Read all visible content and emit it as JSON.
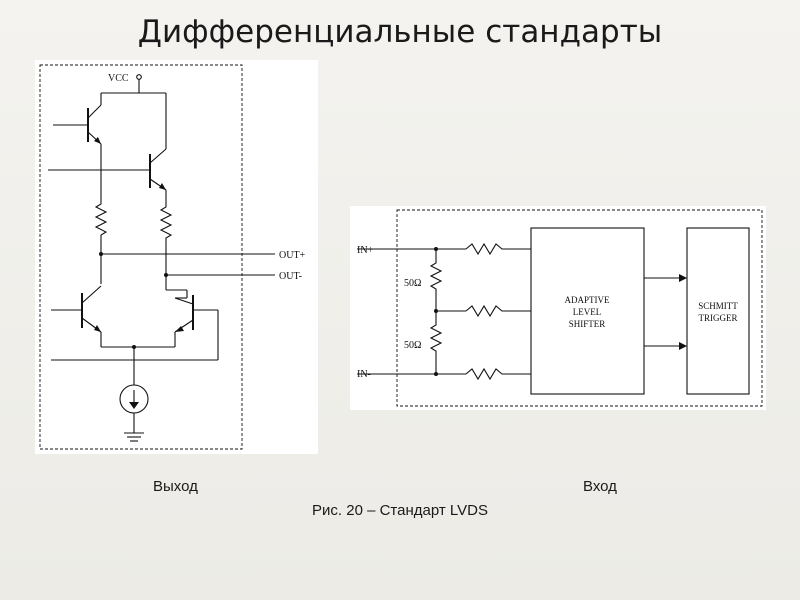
{
  "slide": {
    "title": "Дифференциальные стандарты",
    "caption_output": "Выход",
    "caption_input": "Вход",
    "figure_caption": "Рис. 20 – Стандарт LVDS"
  },
  "driver": {
    "vcc": "VCC",
    "out_plus": "OUT+",
    "out_minus": "OUT-"
  },
  "receiver": {
    "in_plus": "IN+",
    "in_minus": "IN-",
    "r_top": "50Ω",
    "r_bottom": "50Ω",
    "block1": [
      "ADAPTIVE",
      "LEVEL",
      "SHIFTER"
    ],
    "block2": [
      "SCHMITT",
      "TRIGGER"
    ]
  }
}
